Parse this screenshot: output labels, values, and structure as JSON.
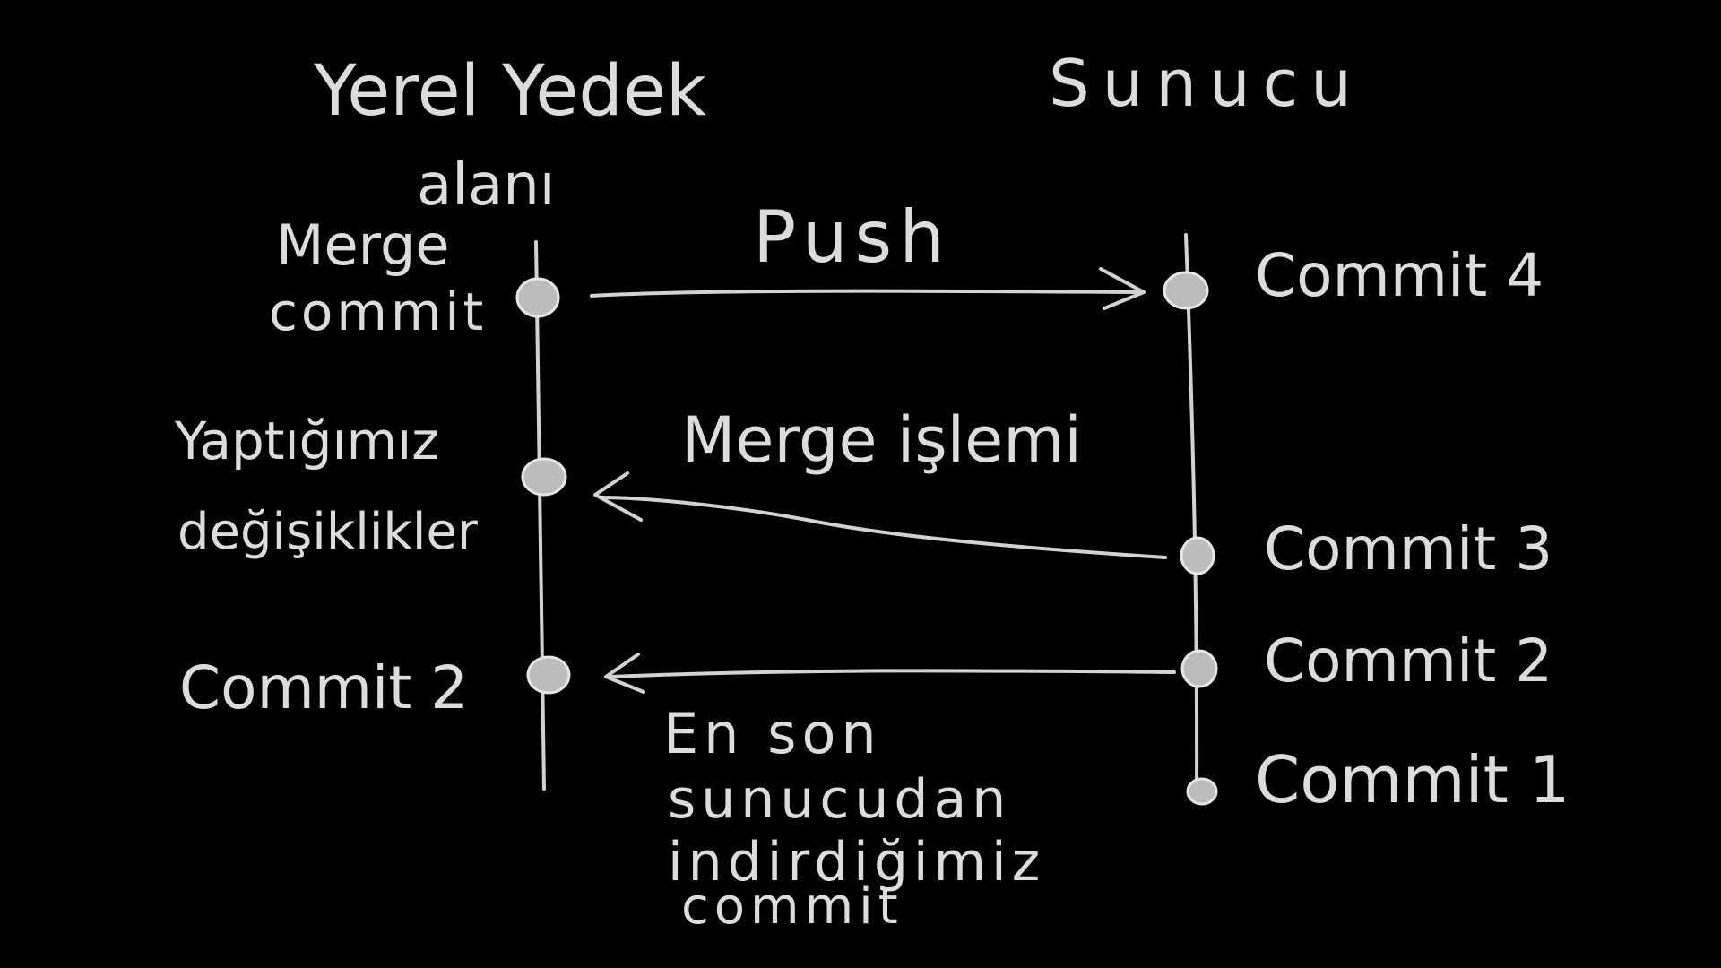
{
  "colors": {
    "background": "#000000",
    "ink": "#dcdcdc"
  },
  "columns": {
    "local": {
      "title_line1": "Yerel Yedek",
      "title_line2": "alanı"
    },
    "server": {
      "title": "Sunucu"
    }
  },
  "local_nodes": {
    "merge_commit_line1": "Merge",
    "merge_commit_line2": "commit",
    "changes_line1": "Yaptığımız",
    "changes_line2": "değişiklikler",
    "commit2": "Commit 2"
  },
  "server_nodes": {
    "commit4": "Commit 4",
    "commit3": "Commit 3",
    "commit2": "Commit 2",
    "commit1": "Commit 1"
  },
  "arrows": {
    "push": "Push",
    "merge": "Merge işlemi",
    "download_line1": "En son",
    "download_line2": "sunucudan",
    "download_line3": "indirdiğimiz",
    "download_line4": "commit"
  }
}
